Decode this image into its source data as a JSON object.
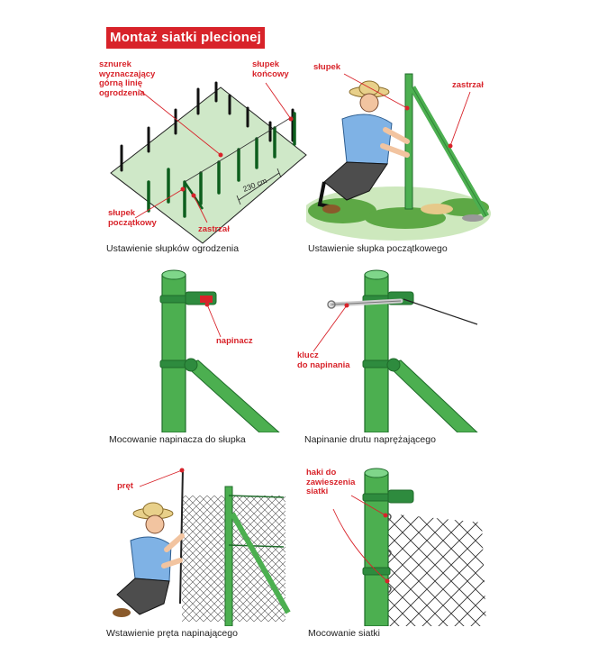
{
  "title": "Montaż siatki plecionej",
  "panels": [
    {
      "caption": "Ustawienie słupków ogrodzenia",
      "labels": {
        "sznurek": "sznurek\nwyznaczający\ngórną linię\nogrodzenia",
        "slupek_koncowy": "słupek\nkońcowy",
        "slupek_poczatkowy": "słupek\npoczątkowy",
        "zastrzal": "zastrzał"
      },
      "dimension": "230 cm"
    },
    {
      "caption": "Ustawienie słupka początkowego",
      "labels": {
        "slupek": "słupek",
        "zastrzal": "zastrzał"
      }
    },
    {
      "caption": "Mocowanie napinacza do słupka",
      "labels": {
        "napinacz": "napinacz"
      }
    },
    {
      "caption": "Napinanie drutu naprężającego",
      "labels": {
        "klucz": "klucz\ndo napinania"
      }
    },
    {
      "caption": "Wstawienie pręta napinającego",
      "labels": {
        "pret": "pręt"
      }
    },
    {
      "caption": "Mocowanie siatki",
      "labels": {
        "haki": "haki do\nzawieszenia\nsiatki"
      }
    }
  ],
  "colors": {
    "accent": "#d8232a",
    "post_green": "#4caf50",
    "post_dark": "#1f6b2a",
    "field_green": "#cfe8c8",
    "grass": "#5da845"
  }
}
